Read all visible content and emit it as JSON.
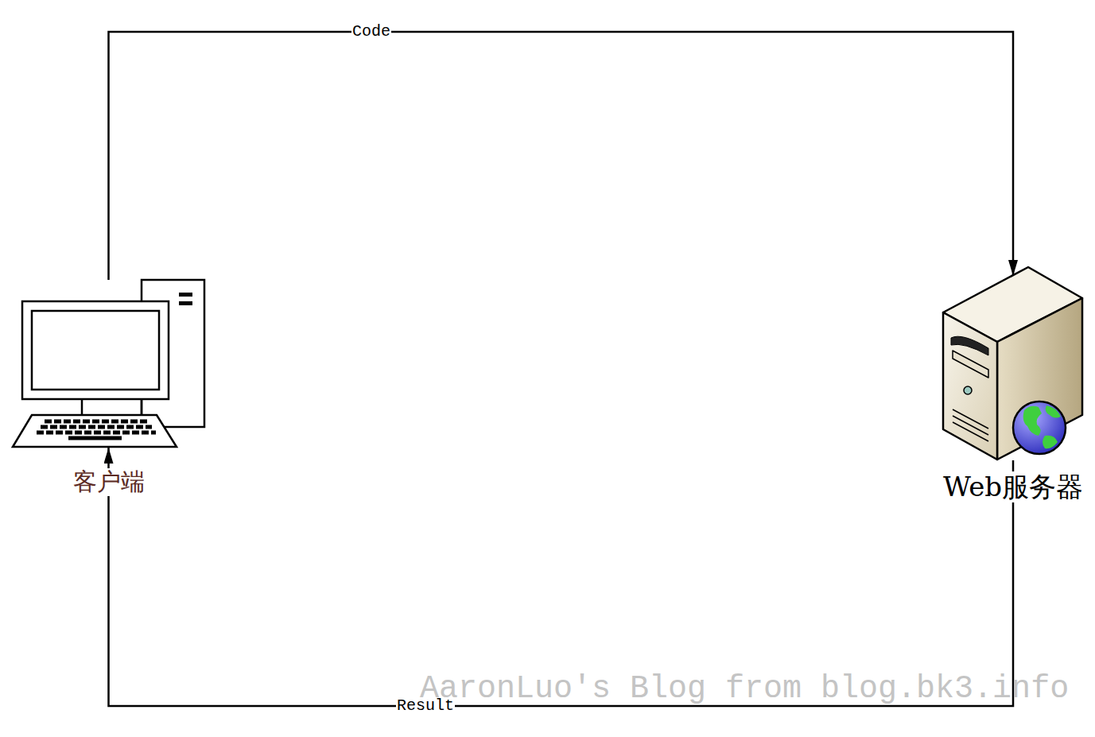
{
  "diagram": {
    "nodes": [
      {
        "text": [
          "客户端"
        ]
      },
      {
        "text": [
          "Web服务器"
        ]
      }
    ],
    "edges": [
      {
        "from": 0,
        "to": 1,
        "label": "Code",
        "arrow": "to"
      },
      {
        "from": 1,
        "to": 0,
        "label": "Result",
        "arrow": "to"
      }
    ],
    "labels": [
      "AaronLuo's Blog from blog.bk3.info"
    ]
  }
}
